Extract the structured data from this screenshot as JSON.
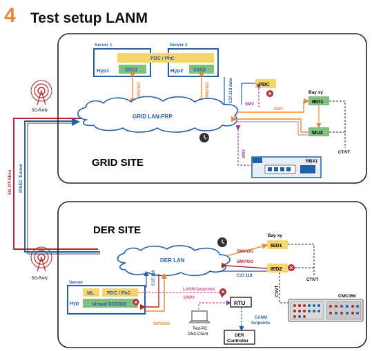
{
  "header": {
    "number": "4",
    "title": "Test setup LANM"
  },
  "grid_site": {
    "label": "GRID SITE",
    "server1_label": "Server 1",
    "server2_label": "Server 2",
    "pdc_phc": "PDC / PhC",
    "hyp1": "Hyp1",
    "hyp2": "Hyp2",
    "ssc1": "SSC1",
    "ssc2": "SSC2",
    "smv_go_1": "SMV/GO",
    "smv_go_2": "SMV/GO",
    "c37_data": "C37.118 data",
    "pdc": "PDC",
    "bay": "Bay xy",
    "ied1": "IED1",
    "mu2": "MU2",
    "smv_a": "SMV",
    "smv_b": "SMV",
    "smv_c": "SMV",
    "ct_vt": "CT/VT",
    "rbx1": "RBX1",
    "lan": "GRID LAN-PRP"
  },
  "der_site": {
    "label": "DER SITE",
    "lan": "DER LAN",
    "bay": "Bay xy",
    "ied1": "IED1",
    "ied2": "IED2",
    "smv_go_1": "SMV/GO",
    "smv_go_2": "SMV/GO",
    "c37": "C37.118",
    "ct_vt_1": "CT/VT",
    "ct_vt_2": "CT/VT",
    "cmc": "CMC356",
    "server_label": "Server",
    "ml": "ML",
    "pdc_phc": "PDC / PhC",
    "hyp": "Hyp",
    "virtual_scc": "Virtual SCC600",
    "c37_vert": "C37.118",
    "lanm_setpoints": "LANM Setpoints",
    "dnp3": "DNP3",
    "rtu": "RTU",
    "canm_setpoints_1": "CANM",
    "canm_setpoints_2": "Setpoints",
    "smv_go_3": "SMV/GO",
    "testpc_1": "Test-PC",
    "testpc_2": "DN3-Client",
    "der_ctrl_1": "DER",
    "der_ctrl_2": "Controller"
  },
  "left": {
    "ran_top": "5G-RAN",
    "ran_bottom": "5G-RAN",
    "slice": "5G OT-Slice",
    "ipsec": "IPSEC Tunnel"
  },
  "colors": {
    "orange": "#e8883a",
    "red": "#b3262b",
    "blue": "#1f5fae",
    "purple": "#8a3c9a",
    "green": "#7fbf7f",
    "yellow": "#f6d66b"
  }
}
